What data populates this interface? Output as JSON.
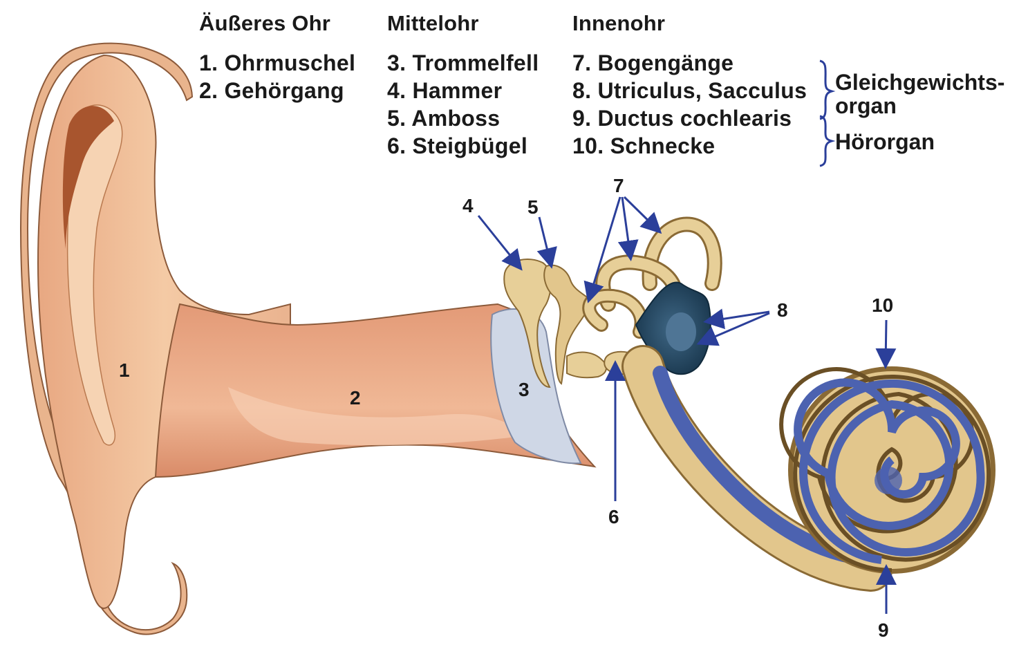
{
  "legend": {
    "columns": [
      {
        "heading": "Äußeres Ohr",
        "items": [
          "1. Ohrmuschel",
          "2. Gehörgang"
        ]
      },
      {
        "heading": "Mittelohr",
        "items": [
          "3. Trommelfell",
          "4. Hammer",
          "5. Amboss",
          "6. Steigbügel"
        ]
      },
      {
        "heading": "Innenohr",
        "items": [
          "7. Bogengänge",
          "8. Utriculus, Sacculus",
          "9. Ductus cochlearis",
          "10. Schnecke"
        ]
      }
    ],
    "groups": [
      {
        "label_line1": "Gleichgewichts-",
        "label_line2": "organ"
      },
      {
        "label_line1": "Hörorgan"
      }
    ]
  },
  "diagram_labels": {
    "n1": "1",
    "n2": "2",
    "n3": "3",
    "n4": "4",
    "n5": "5",
    "n6": "6",
    "n7": "7",
    "n8": "8",
    "n9": "9",
    "n10": "10"
  },
  "colors": {
    "skin": "#f0c9a4",
    "skin_dark": "#a8552e",
    "canal": "#e9a583",
    "eardrum": "#cfd7e6",
    "bone": "#e7cf98",
    "bone_dark": "#8a6a35",
    "duct_blue": "#4c62b0",
    "vestibule": "#2c4a63",
    "arrow": "#2b3f9a"
  }
}
